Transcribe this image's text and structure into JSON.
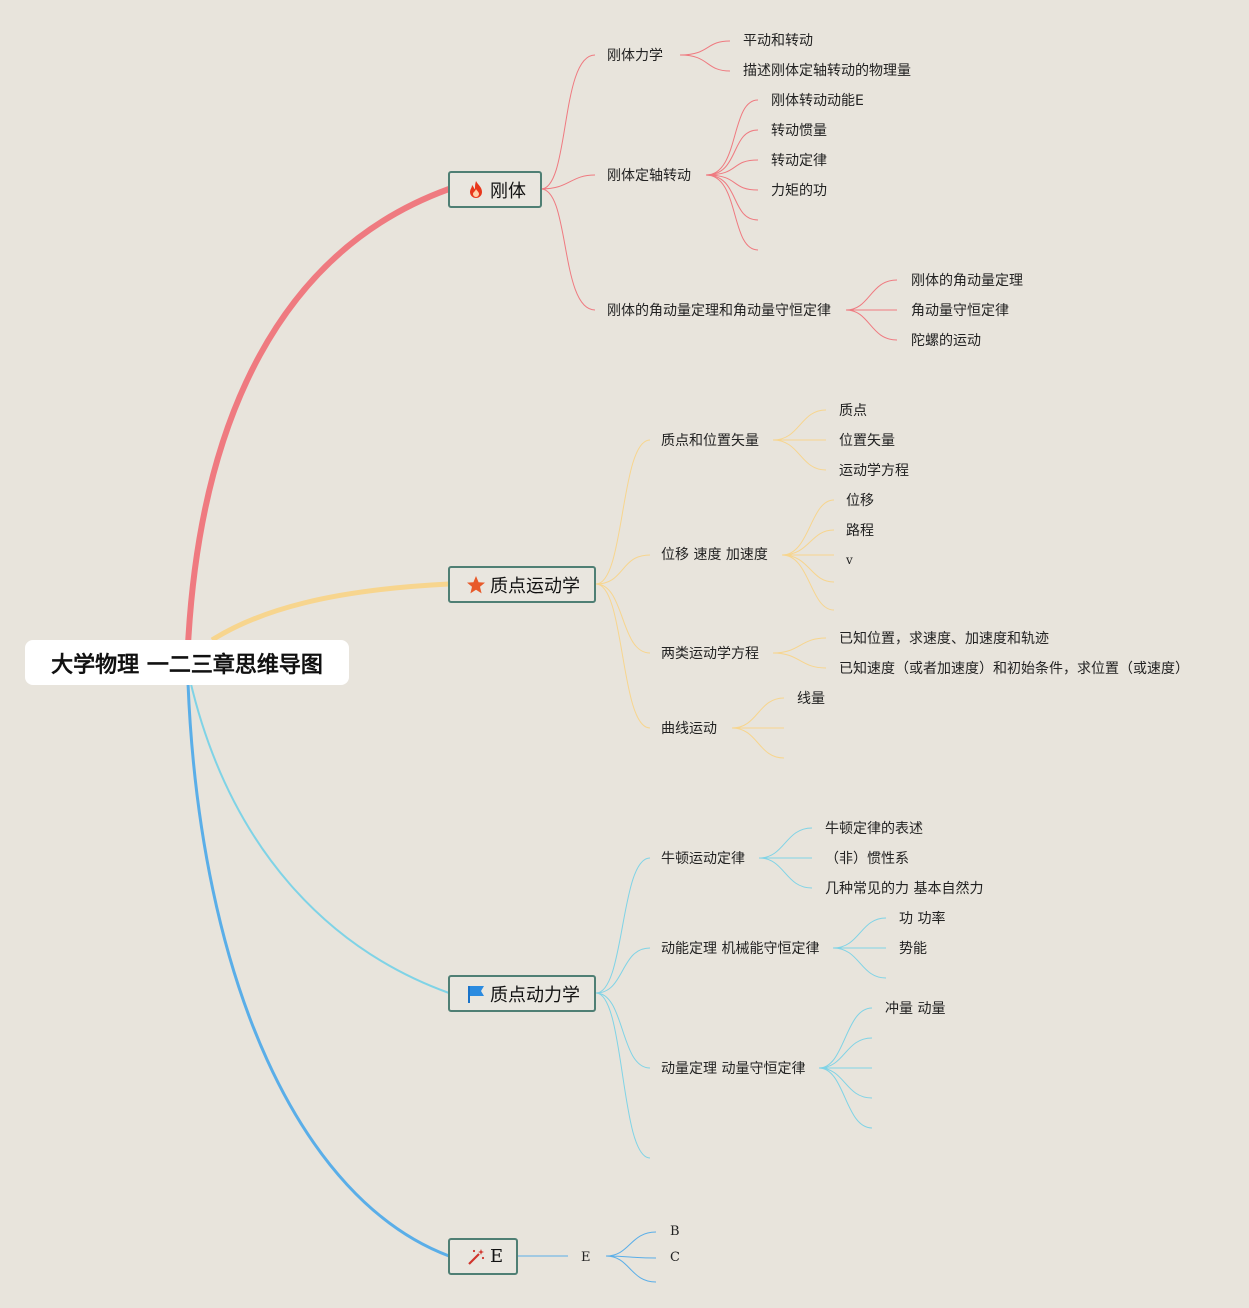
{
  "root": {
    "title": "大学物理 一二三章思维导图"
  },
  "colors": {
    "red": "#ef7a80",
    "yellow": "#f7d58e",
    "cyan": "#7fd3e6",
    "blue": "#5aaee8",
    "topic_border": "#4f7f74",
    "background": "#e8e4dc"
  },
  "branches": [
    {
      "label": "刚体",
      "icon": "fire-icon",
      "subs": [
        {
          "label": "刚体力学",
          "items": [
            "平动和转动",
            "描述刚体定轴转动的物理量"
          ]
        },
        {
          "label": "刚体定轴转动",
          "items": [
            "刚体转动动能E",
            "转动惯量",
            "转动定律",
            "力矩的功"
          ]
        },
        {
          "label": "刚体的角动量定理和角动量守恒定律",
          "items": [
            "刚体的角动量定理",
            "角动量守恒定律",
            "陀螺的运动"
          ]
        }
      ]
    },
    {
      "label": "质点运动学",
      "icon": "star-icon",
      "subs": [
        {
          "label": "质点和位置矢量",
          "items": [
            "质点",
            "位置矢量",
            "运动学方程"
          ]
        },
        {
          "label": "位移 速度 加速度",
          "items": [
            "位移",
            "路程",
            "v"
          ]
        },
        {
          "label": "两类运动学方程",
          "items": [
            "已知位置，求速度、加速度和轨迹",
            "已知速度（或者加速度）和初始条件，求位置（或速度）"
          ]
        },
        {
          "label": "曲线运动",
          "items": [
            "线量"
          ]
        }
      ]
    },
    {
      "label": "质点动力学",
      "icon": "flag-icon",
      "subs": [
        {
          "label": "牛顿运动定律",
          "items": [
            "牛顿定律的表述",
            "（非）惯性系",
            "几种常见的力 基本自然力"
          ]
        },
        {
          "label": "动能定理 机械能守恒定律",
          "items": [
            "功 功率",
            "势能"
          ]
        },
        {
          "label": "动量定理 动量守恒定律",
          "items": [
            "冲量 动量"
          ]
        }
      ]
    },
    {
      "label": "E",
      "icon": "magic-wand-icon",
      "subs": [
        {
          "label": "E",
          "items": [
            "B",
            "C"
          ]
        }
      ]
    }
  ]
}
